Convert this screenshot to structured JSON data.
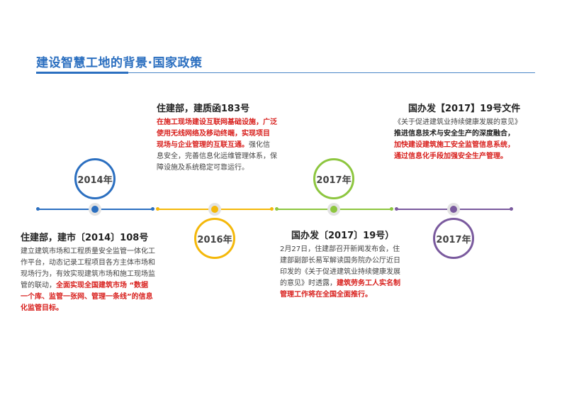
{
  "title": "建设智慧工地的背景·国家政策",
  "colors": {
    "blue": "#2b6fc0",
    "yellow": "#f4b80a",
    "green": "#8dc63f",
    "purple": "#7a5a9e",
    "red": "#d8201d"
  },
  "timeline": {
    "nodes": [
      {
        "year": "2014年"
      },
      {
        "year": "2016年"
      },
      {
        "year": "2017年"
      },
      {
        "year": "2017年"
      }
    ]
  },
  "blocks": {
    "b2014": {
      "heading": "住建部，建市〔2014〕108号",
      "lines": [
        "建立建筑市场和工程质量安全监管一体化工",
        "作平台，动态记录工程项目各方主体市场和",
        "现场行为，有效实现建筑市场和施工现场监",
        "管的联动，",
        "全面实现全国建筑市场 “数据",
        "一个库、监管一张网、管理一条线”的信息",
        "化监管目标。"
      ]
    },
    "b2016": {
      "heading": "住建部，建质函183号",
      "lines": [
        "在施工现场建设互联网基础设施，广泛",
        "使用无线网络及移动终端，实现项目",
        "现场与企业管理的互联互通。",
        "强化信",
        "息安全，完善信息化运维管理体系，保",
        "障设施及系统稳定可靠运行。"
      ]
    },
    "b2017a": {
      "heading": "国办发〔2017〕19号）",
      "lines": [
        "2月27日，住建部召开新闻发布会，住",
        "建部副部长易军解读国务院办公厅近日",
        "印发的《关于促进建筑业持续健康发展",
        "的意见》时透露，",
        "建筑劳务工人实名制",
        "管理工作将在全国全面推行。"
      ]
    },
    "b2017b": {
      "heading": "国办发【2017】19号文件",
      "lines": [
        "《关于促进建筑业持续健康发展的意见》",
        "推进信息技术与安全生产的深度融合，",
        "加快建设建筑施工安全监管信息系统，",
        "通过信息化手段加强安全生产管理。"
      ]
    }
  }
}
